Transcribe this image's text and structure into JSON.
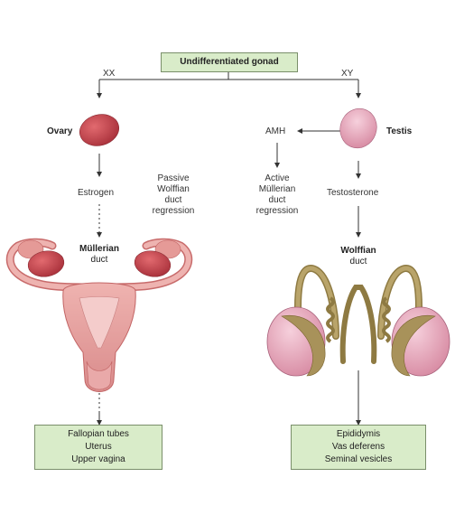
{
  "top_box": {
    "label": "Undifferentiated gonad"
  },
  "branch": {
    "left": "XX",
    "right": "XY"
  },
  "female": {
    "gonad": "Ovary",
    "hormone": "Estrogen",
    "duct": [
      "Müllerian",
      "duct"
    ],
    "regression": [
      "Passive",
      "Wolffian",
      "duct",
      "regression"
    ],
    "outcome": [
      "Fallopian tubes",
      "Uterus",
      "Upper vagina"
    ]
  },
  "male": {
    "gonad": "Testis",
    "amh": "AMH",
    "hormone": "Testosterone",
    "duct": [
      "Wolffian",
      "duct"
    ],
    "regression": [
      "Active",
      "Müllerian",
      "duct",
      "regression"
    ],
    "outcome": [
      "Epididymis",
      "Vas deferens",
      "Seminal vesicles"
    ]
  },
  "colors": {
    "box_fill": "#d9ecc9",
    "ovary": "#c0414a",
    "uterus": "#e3a0a0",
    "testis": "#e6a7b8",
    "wolffian": "#a8925a"
  }
}
